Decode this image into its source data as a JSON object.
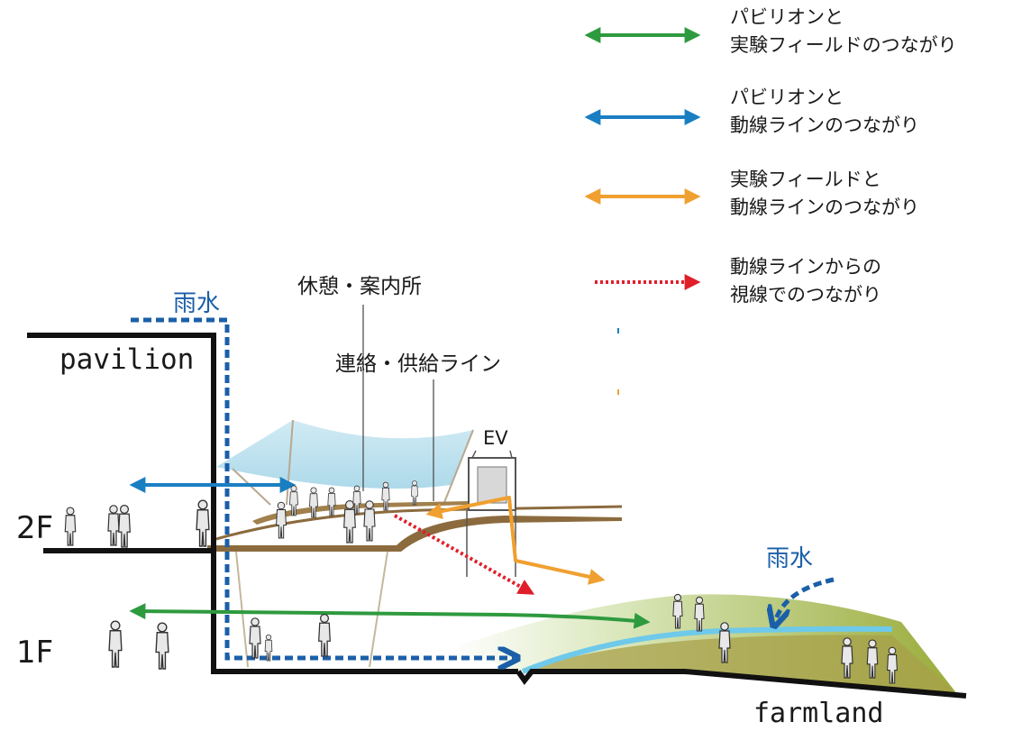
{
  "colors": {
    "green": "#2e9a3e",
    "blue": "#1a7fc2",
    "orange": "#f0a030",
    "red": "#e01e2a",
    "rain": "#1b5fa8",
    "water": "#6ec9ea",
    "canopy": "#a8d8ea",
    "deck": "#8b6b3e",
    "ground": "#9a9a3c",
    "wall": "#111111"
  },
  "legend": [
    {
      "color": "green",
      "style": "double-arrow",
      "text": "パビリオンと\n実験フィールドのつながり"
    },
    {
      "color": "blue",
      "style": "double-arrow",
      "text": "パビリオンと\n動線ラインのつながり"
    },
    {
      "color": "orange",
      "style": "double-arrow",
      "text": "実験フィールドと\n動線ラインのつながり"
    },
    {
      "color": "red",
      "style": "dotted-arrow",
      "text": "動線ラインからの\n視線でのつながり"
    }
  ],
  "labels": {
    "rain_left": "雨水",
    "rain_right": "雨水",
    "pavilion": "pavilion",
    "rest_info": "休憩・案内所",
    "supply_line": "連絡・供給ライン",
    "ev": "EV",
    "floor_2f": "2F",
    "floor_1f": "1F",
    "farmland": "farmland"
  }
}
